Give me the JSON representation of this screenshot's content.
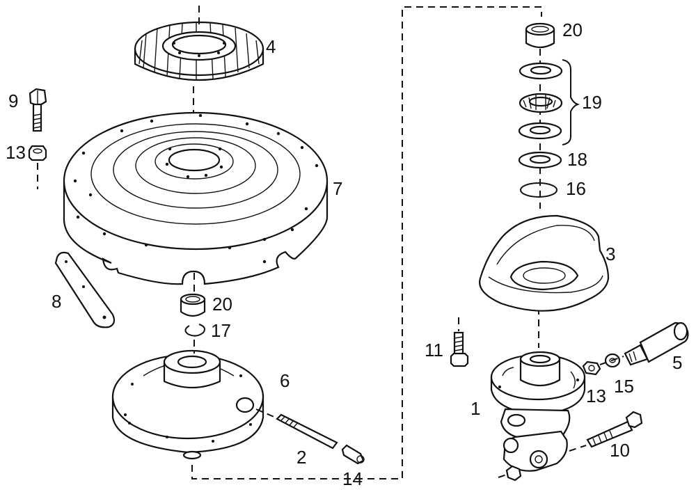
{
  "diagram": {
    "callouts": [
      {
        "id": "c4",
        "text": "4"
      },
      {
        "id": "c9",
        "text": "9"
      },
      {
        "id": "c13a",
        "text": "13"
      },
      {
        "id": "c7",
        "text": "7"
      },
      {
        "id": "c8",
        "text": "8"
      },
      {
        "id": "c20a",
        "text": "20"
      },
      {
        "id": "c17",
        "text": "17"
      },
      {
        "id": "c6",
        "text": "6"
      },
      {
        "id": "c2",
        "text": "2"
      },
      {
        "id": "c14",
        "text": "14"
      },
      {
        "id": "c20b",
        "text": "20"
      },
      {
        "id": "c19",
        "text": "19"
      },
      {
        "id": "c18",
        "text": "18"
      },
      {
        "id": "c16",
        "text": "16"
      },
      {
        "id": "c3",
        "text": "3"
      },
      {
        "id": "c11",
        "text": "11"
      },
      {
        "id": "c5",
        "text": "5"
      },
      {
        "id": "c13b",
        "text": "13"
      },
      {
        "id": "c15",
        "text": "15"
      },
      {
        "id": "c1",
        "text": "1"
      },
      {
        "id": "c10",
        "text": "10"
      }
    ]
  }
}
